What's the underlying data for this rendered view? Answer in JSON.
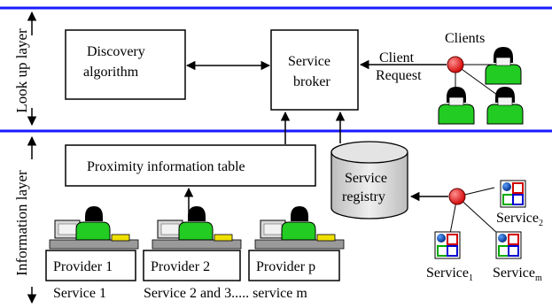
{
  "layers": {
    "lookup": "Look up layer",
    "information": "Information layer"
  },
  "boxes": {
    "discovery": [
      "Discovery",
      "algorithm"
    ],
    "broker": [
      "Service",
      "broker"
    ],
    "proximity": "Proximity information table",
    "registry": [
      "Service",
      "registry"
    ]
  },
  "labels": {
    "clients": "Clients",
    "client_request": [
      "Client",
      "Request"
    ]
  },
  "providers": [
    {
      "name": "Provider 1",
      "service": "Service 1"
    },
    {
      "name": "Provider 2",
      "service": "Service 2 and 3..... service m"
    },
    {
      "name": "Provider p",
      "service": ""
    }
  ],
  "services": [
    {
      "base": "Service",
      "sub": "2"
    },
    {
      "base": "Service",
      "sub": "1"
    },
    {
      "base": "Service",
      "sub": "m"
    }
  ],
  "colors": {
    "layer_line": "#1a1aff",
    "person": "#22cc22",
    "router": "#e00000",
    "keyboard": "#f0e000"
  }
}
